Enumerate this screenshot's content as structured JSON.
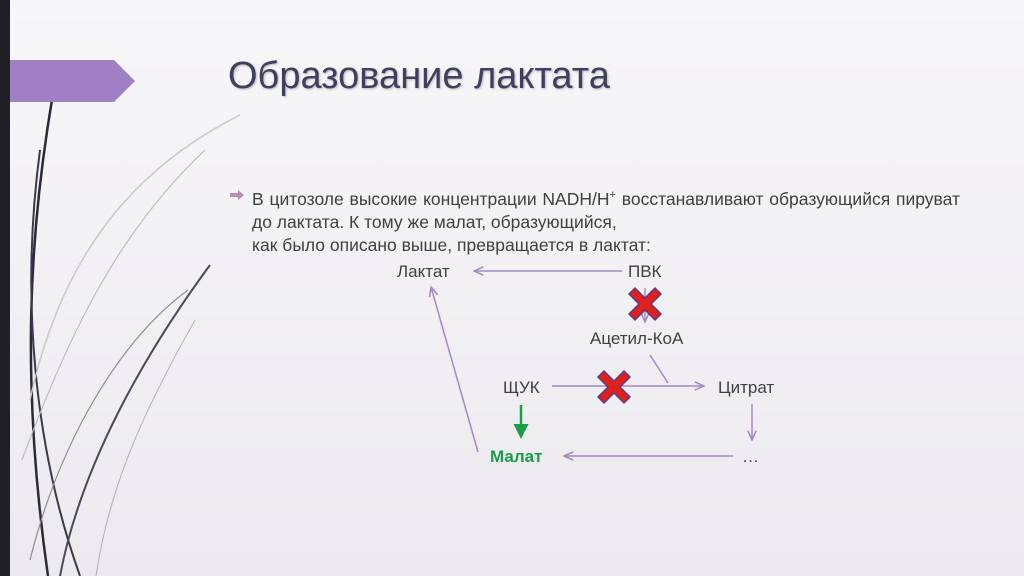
{
  "slide": {
    "title": "Образование лактата",
    "bullet": {
      "line1_pre": "В цитозоле высокие концентрации NADH/H",
      "line1_sup": "+",
      "line1_post": " восстанавливают образующийся пируват до лактата. К тому же малат, образующийся,",
      "line2": "как было описано выше, превращается в лактат:"
    }
  },
  "diagram": {
    "nodes": {
      "lactate": "Лактат",
      "pvk": "ПВК",
      "acetyl_coa": "Ацетил-КоА",
      "oxaloacetate": "ЩУК",
      "citrate": "Цитрат",
      "malate": "Малат",
      "ellipsis": "…"
    },
    "colors": {
      "arrow": "#a48ac4",
      "malate_text": "#1a9e4a",
      "green_arrow": "#1a9e4a",
      "cross": "#e0201c",
      "cross_outline": "#5a3a8a",
      "accent_tab": "#a07fc4"
    },
    "blocked_steps": [
      "pvk-to-acetyl-coa",
      "oxaloacetate-to-citrate"
    ]
  }
}
